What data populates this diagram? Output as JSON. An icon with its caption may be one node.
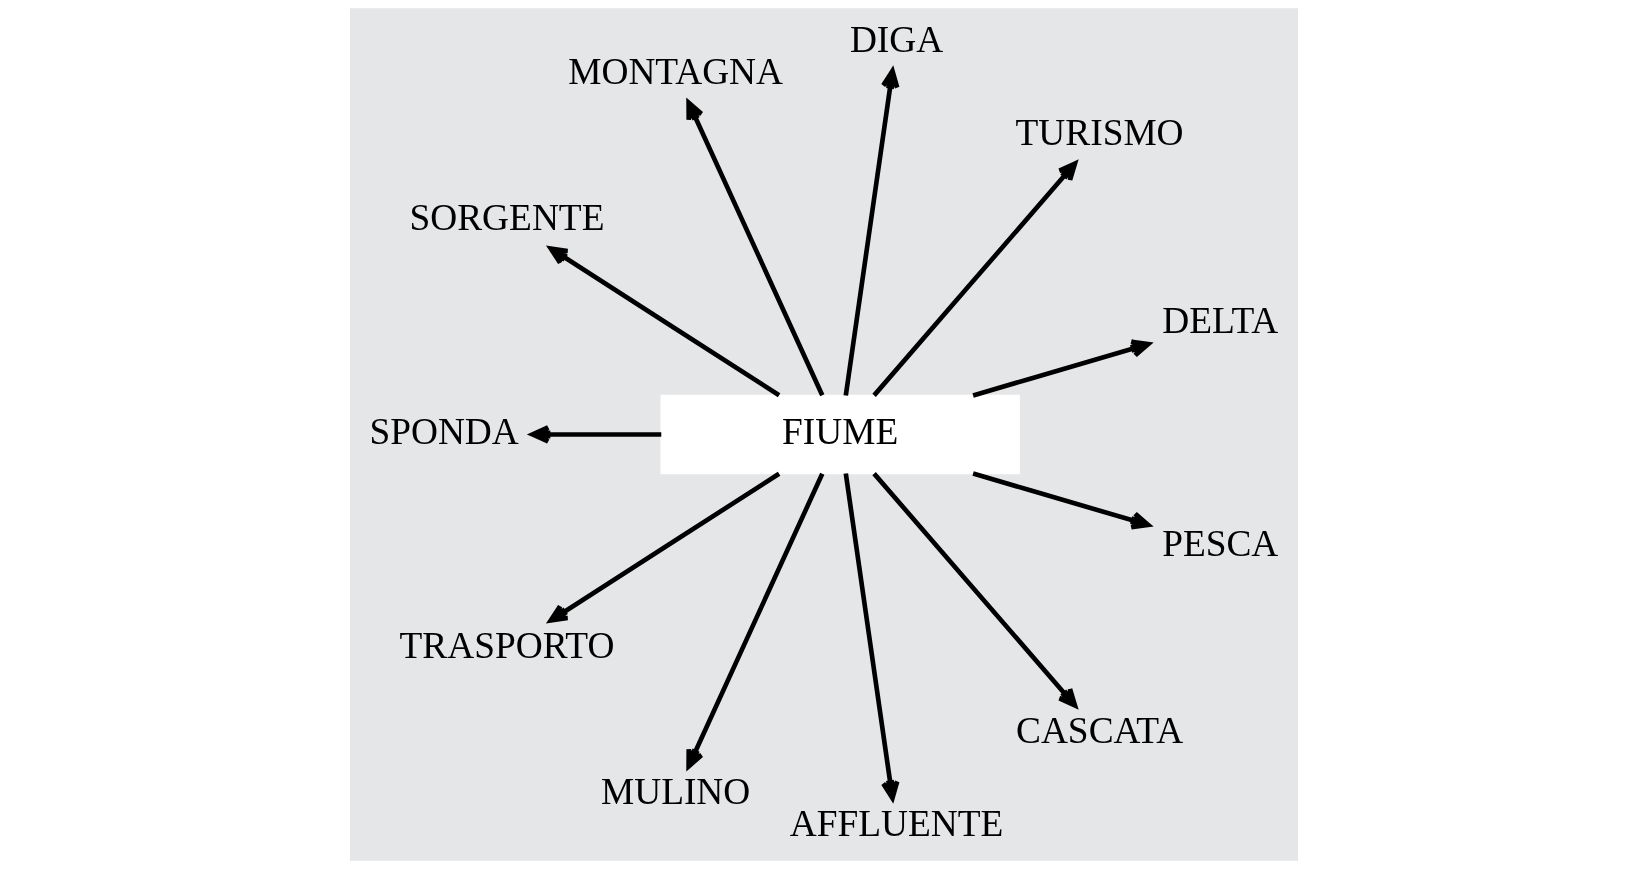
{
  "diagram": {
    "nodes": [
      {
        "text": [
          "FIUME"
        ]
      },
      {
        "text": [
          "DELTA"
        ]
      },
      {
        "text": [
          "TURISMO"
        ]
      },
      {
        "text": [
          "DIGA"
        ]
      },
      {
        "text": [
          "MONTAGNA"
        ]
      },
      {
        "text": [
          "SORGENTE"
        ]
      },
      {
        "text": [
          "SPONDA"
        ]
      },
      {
        "text": [
          "TRASPORTO"
        ]
      },
      {
        "text": [
          "MULINO"
        ]
      },
      {
        "text": [
          "AFFLUENTE"
        ]
      },
      {
        "text": [
          "CASCATA"
        ]
      },
      {
        "text": [
          "PESCA"
        ]
      }
    ],
    "edges": [
      {
        "from": 0,
        "to": 1,
        "arrow": "to"
      },
      {
        "from": 0,
        "to": 3,
        "arrow": "to"
      },
      {
        "from": 0,
        "to": 4,
        "arrow": "to"
      },
      {
        "from": 0,
        "to": 7,
        "arrow": "to"
      },
      {
        "from": 0,
        "to": 9,
        "arrow": "to"
      },
      {
        "from": 0,
        "to": 11,
        "arrow": "to"
      },
      {
        "from": 0,
        "to": 10,
        "arrow": "to"
      },
      {
        "from": 0,
        "to": 8,
        "arrow": "to"
      },
      {
        "from": 0,
        "to": 6,
        "arrow": "to"
      },
      {
        "from": 0,
        "to": 5,
        "arrow": "to"
      },
      {
        "from": 0,
        "to": 2,
        "arrow": "to"
      }
    ]
  }
}
